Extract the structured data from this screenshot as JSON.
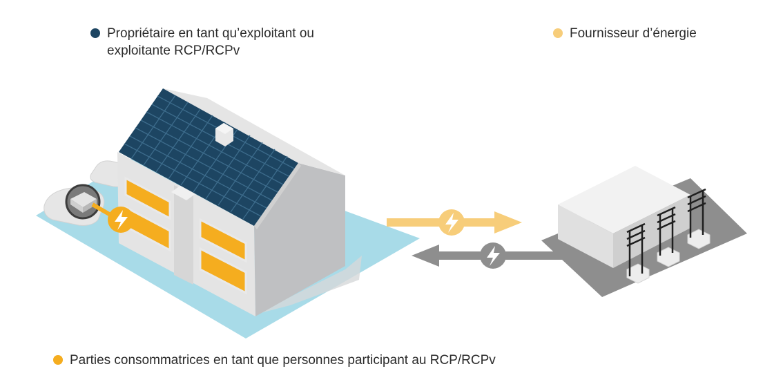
{
  "legend": {
    "owner": {
      "text": "Propriétaire en tant qu’exploitant ou\nexploitante RCP/RCPv",
      "color": "#1d4562",
      "icon": "dark-blue-dot"
    },
    "supplier": {
      "text": "Fournisseur d’énergie",
      "color": "#f7cd7a",
      "icon": "light-orange-dot"
    },
    "consumers": {
      "text": "Parties consommatrices en tant que personnes participant au RCP/RCPv",
      "color": "#f5ad1f",
      "icon": "orange-dot"
    }
  },
  "colors": {
    "ground": "#a8dbe8",
    "roof_panels": "#1d4562",
    "window_orange": "#f5ad1f",
    "wall_light": "#e2e2e2",
    "wall_dark": "#bfc0c2",
    "arrow_export": "#f7cd7a",
    "arrow_import": "#8e8e8e",
    "station_ground": "#8e8e8e"
  },
  "icons": [
    "lightning-icon",
    "charging-plug-icon",
    "solar-panels",
    "power-pylon-icon"
  ]
}
